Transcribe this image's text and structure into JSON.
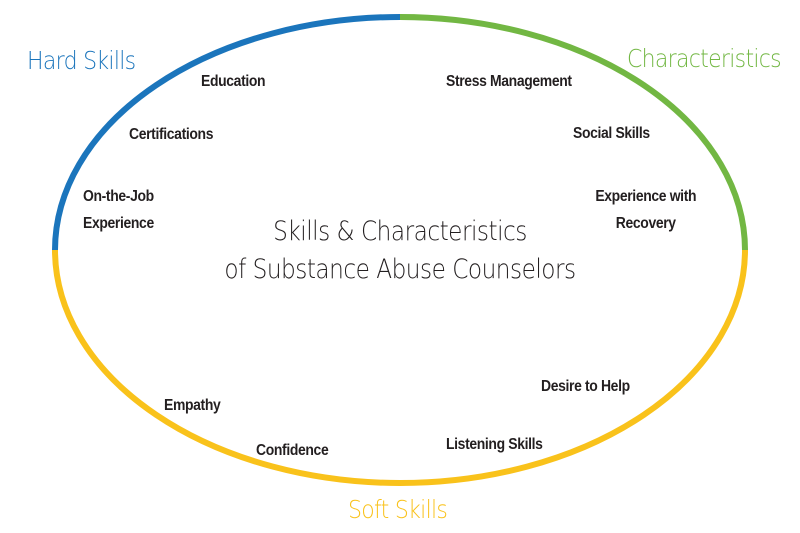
{
  "diagram": {
    "title_line1": "Skills & Characteristics",
    "title_line2": "of Substance Abuse Counselors",
    "colors": {
      "hard_skills": "#1b75bc",
      "characteristics": "#72b743",
      "soft_skills": "#f9c21b",
      "item_text": "#231f20"
    },
    "categories": {
      "hard_skills": {
        "label": "Hard Skills",
        "items": [
          "Education",
          "Certifications",
          "On-the-Job",
          "Experience"
        ]
      },
      "characteristics": {
        "label": "Characteristics",
        "items": [
          "Stress Management",
          "Social Skills",
          "Experience with",
          "Recovery"
        ]
      },
      "soft_skills": {
        "label": "Soft Skills",
        "items": [
          "Empathy",
          "Confidence",
          "Listening Skills",
          "Desire to Help"
        ]
      }
    }
  }
}
